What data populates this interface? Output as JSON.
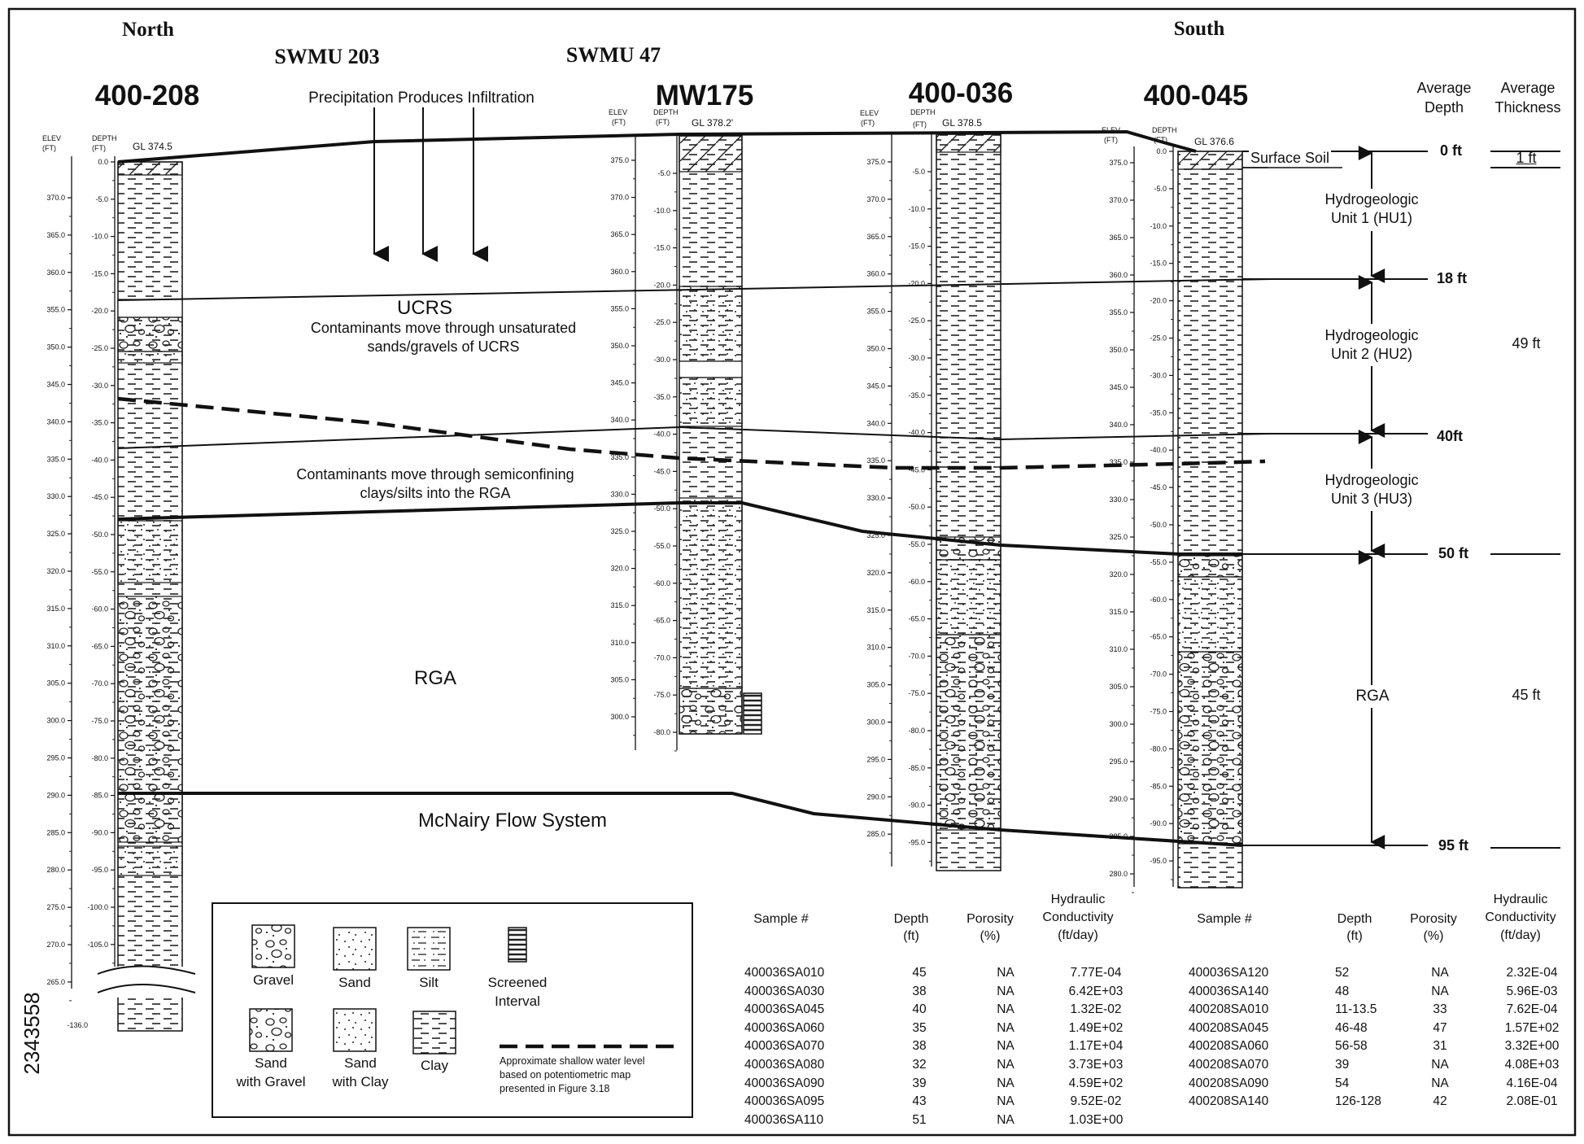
{
  "directions": {
    "north": "North",
    "south": "South"
  },
  "swmu": {
    "a": "SWMU 203",
    "b": "SWMU 47"
  },
  "wells": [
    {
      "id": "400-208",
      "gl": "GL 374.5"
    },
    {
      "id": "MW175",
      "gl": "GL  378.2'"
    },
    {
      "id": "400-036",
      "gl": "GL  378.5"
    },
    {
      "id": "400-045",
      "gl": "GL  376.6"
    }
  ],
  "axis_labels": {
    "elev": "ELEV (FT)",
    "depth": "DEPTH (FT)"
  },
  "annotations": {
    "precip": "Precipitation Produces Infiltration",
    "ucrs": "UCRS",
    "ucrs_note_1": "Contaminants  move through unsaturated",
    "ucrs_note_2": "sands/gravels of UCRS",
    "semi_note_1": "Contaminants move through semiconfining",
    "semi_note_2": "clays/silts into the RGA",
    "rga": "RGA",
    "mcnairy": "McNairy Flow System",
    "surface_soil": "Surface Soil",
    "side_rga": "RGA"
  },
  "units": {
    "hu1_1": "Hydrogeologic",
    "hu1_2": "Unit 1 (HU1)",
    "hu2_1": "Hydrogeologic",
    "hu2_2": "Unit 2 (HU2)",
    "hu3_1": "Hydrogeologic",
    "hu3_2": "Unit 3 (HU3)"
  },
  "side_headers": {
    "avg_depth_1": "Average",
    "avg_depth_2": "Depth",
    "avg_thick_1": "Average",
    "avg_thick_2": "Thickness"
  },
  "avg_depth": {
    "d0": "0  ft",
    "d18": "18 ft",
    "d40": "40ft",
    "d50": "50 ft",
    "d95": "95 ft"
  },
  "avg_thickness": {
    "t1": "1  ft",
    "t2": "49 ft",
    "t3": "45 ft"
  },
  "legend": {
    "gravel": "Gravel",
    "sand": "Sand",
    "silt": "Silt",
    "screened_1": "Screened",
    "screened_2": "Interval",
    "sand_gravel_1": "Sand",
    "sand_gravel_2": "with Gravel",
    "sand_clay_1": "Sand",
    "sand_clay_2": "with Clay",
    "clay": "Clay",
    "water_1": "Approximate shallow water level",
    "water_2": "based on potentiometric map",
    "water_3": "presented in Figure 3.18"
  },
  "table_headers": {
    "sample": "Sample #",
    "depth_1": "Depth",
    "depth_2": "(ft)",
    "porosity_1": "Porosity",
    "porosity_2": "(%)",
    "hc_1": "Hydraulic",
    "hc_2": "Conductivity",
    "hc_3": "(ft/day)"
  },
  "table_left": [
    [
      "400036SA010",
      "45",
      "NA",
      "7.77E-04"
    ],
    [
      "400036SA030",
      "38",
      "NA",
      "6.42E+03"
    ],
    [
      "400036SA045",
      "40",
      "NA",
      "1.32E-02"
    ],
    [
      "400036SA060",
      "35",
      "NA",
      "1.49E+02"
    ],
    [
      "400036SA070",
      "38",
      "NA",
      "1.17E+04"
    ],
    [
      "400036SA080",
      "32",
      "NA",
      "3.73E+03"
    ],
    [
      "400036SA090",
      "39",
      "NA",
      "4.59E+02"
    ],
    [
      "400036SA095",
      "43",
      "NA",
      "9.52E-02"
    ],
    [
      "400036SA110",
      "51",
      "NA",
      "1.03E+00"
    ]
  ],
  "table_right": [
    [
      "400036SA120",
      "52",
      "NA",
      "2.32E-04"
    ],
    [
      "400036SA140",
      "48",
      "NA",
      "5.96E-03"
    ],
    [
      "400208SA010",
      "11-13.5",
      "33",
      "7.62E-04"
    ],
    [
      "400208SA045",
      "46-48",
      "47",
      "1.57E+02"
    ],
    [
      "400208SA060",
      "56-58",
      "31",
      "3.32E+00"
    ],
    [
      "400208SA070",
      "39",
      "NA",
      "4.08E+03"
    ],
    [
      "400208SA090",
      "54",
      "NA",
      "4.16E-04"
    ],
    [
      "400208SA140",
      "126-128",
      "42",
      "2.08E-01"
    ]
  ],
  "scales": {
    "w1_elev": [
      "370.0",
      "365.0",
      "360.0",
      "355.0",
      "350.0",
      "345.0",
      "340.0",
      "335.0",
      "330.0",
      "325.0",
      "320.0",
      "315.0",
      "310.0",
      "305.0",
      "300.0",
      "295.0",
      "290.0",
      "285.0",
      "280.0",
      "275.0",
      "270.0",
      "265.0"
    ],
    "w1_depth": [
      "0.0",
      "-5.0",
      "-10.0",
      "-15.0",
      "-20.0",
      "-25.0",
      "-30.0",
      "-35.0",
      "-40.0",
      "-45.0",
      "-50.0",
      "-55.0",
      "-60.0",
      "-65.0",
      "-70.0",
      "-75.0",
      "-80.0",
      "-85.0",
      "-90.0",
      "-95.0",
      "-100.0",
      "-105.0"
    ],
    "w1_bottom": "-136.0",
    "w2_elev": [
      "375.0",
      "370.0",
      "365.0",
      "360.0",
      "355.0",
      "350.0",
      "345.0",
      "340.0",
      "335.0",
      "330.0",
      "325.0",
      "320.0",
      "315.0",
      "310.0",
      "305.0",
      "300.0"
    ],
    "w2_depth": [
      "-5.0",
      "-10.0",
      "-15.0",
      "-20.0",
      "-25.0",
      "-30.0",
      "-35.0",
      "-40.0",
      "-45.0",
      "-50.0",
      "-55.0",
      "-60.0",
      "-65.0",
      "-70.0",
      "-75.0",
      "-80.0"
    ],
    "w3_elev": [
      "375.0",
      "370.0",
      "365.0",
      "360.0",
      "355.0",
      "350.0",
      "345.0",
      "340.0",
      "335.0",
      "330.0",
      "325.0",
      "320.0",
      "315.0",
      "310.0",
      "305.0",
      "300.0",
      "295.0",
      "290.0",
      "285.0"
    ],
    "w3_depth": [
      "-5.0",
      "-10.0",
      "-15.0",
      "-20.0",
      "-25.0",
      "-30.0",
      "-35.0",
      "-40.0",
      "-45.0",
      "-50.0",
      "-55.0",
      "-60.0",
      "-65.0",
      "-70.0",
      "-75.0",
      "-80.0",
      "-85.0",
      "-90.0",
      "-95.0"
    ],
    "w4_elev": [
      "375.0",
      "370.0",
      "365.0",
      "360.0",
      "355.0",
      "350.0",
      "345.0",
      "340.0",
      "335.0",
      "330.0",
      "325.0",
      "320.0",
      "315.0",
      "310.0",
      "305.0",
      "300.0",
      "295.0",
      "290.0",
      "285.0",
      "280.0"
    ],
    "w4_depth": [
      "0.0",
      "-5.0",
      "-10.0",
      "-15.0",
      "-20.0",
      "-25.0",
      "-30.0",
      "-35.0",
      "-40.0",
      "-45.0",
      "-50.0",
      "-55.0",
      "-60.0",
      "-65.0",
      "-70.0",
      "-75.0",
      "-80.0",
      "-85.0",
      "-90.0",
      "-95.0"
    ]
  },
  "margin_stamp": "2343558"
}
